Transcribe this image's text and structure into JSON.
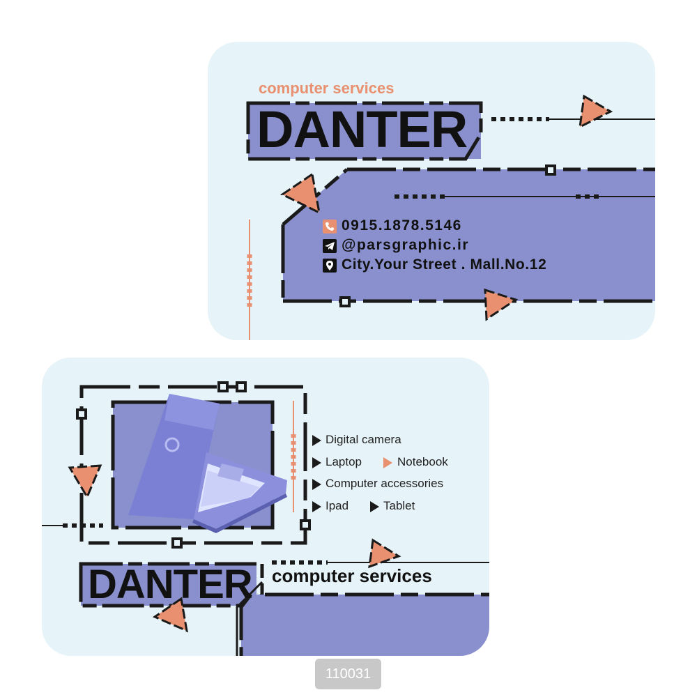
{
  "front": {
    "tagline": "computer services",
    "brand": "DANTER",
    "contacts": {
      "phone": "0915.1878.5146",
      "telegram": "@parsgraphic.ir",
      "address": "City.Your Street . Mall.No.12"
    },
    "icons": [
      "phone-icon",
      "telegram-icon",
      "location-pin-icon"
    ]
  },
  "back": {
    "brand": "DANTER",
    "tagline": "computer services",
    "services": {
      "digital_camera": "Digital camera",
      "laptop": "Laptop",
      "notebook": "Notebook",
      "computer_accessories": "Computer accessories",
      "ipad": "Ipad",
      "tablet": "Tablet"
    },
    "image": "purple-laptop-photo"
  },
  "product_code": "110031",
  "colors": {
    "card_background": "#e6f3f8",
    "panel_purple": "#8a90cd",
    "accent_orange": "#e8906f",
    "line_black": "#1a1a1a"
  }
}
